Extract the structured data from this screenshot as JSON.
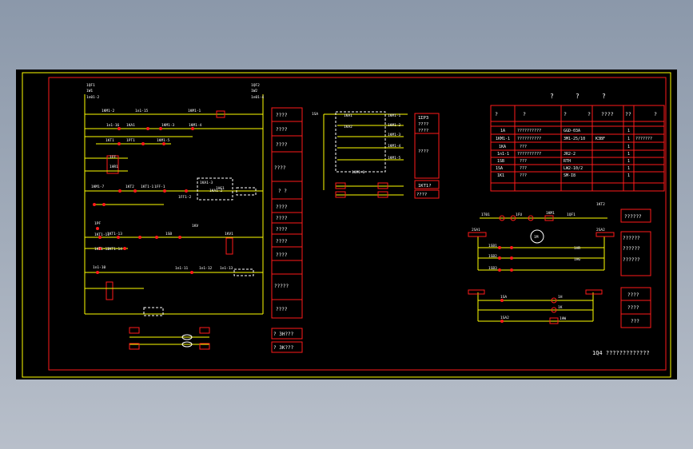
{
  "colors": {
    "background": "#000000",
    "frame": "#ff1a1a",
    "wire": "#ffff00",
    "text": "#ffffff",
    "viewport": "#9aa5b4"
  },
  "drawing": {
    "top_labels": [
      "1QF1",
      "1W1",
      "1n01-2",
      "1QF2",
      "1W2",
      "1n01-4"
    ],
    "main_labels": [
      "1KM1-2",
      "1n1-15",
      "1KM1-1",
      "1n1-16",
      "1KA1",
      "1KM1-3",
      "1KM1-4",
      "1KT1",
      "1PT1",
      "1KM1-5",
      "1FF",
      "1HR1",
      "1KM1-7",
      "1KT2",
      "1KT1-1",
      "1FF-1",
      "1FF1-2",
      "1KA1-3",
      "1KA1-2",
      "1HG1",
      "1PF",
      "1KT1-11",
      "1KT1-13",
      "1KT1-12",
      "1KT1-14",
      "1SB",
      "1KV",
      "1KV1",
      "1n1-10",
      "1n1-11",
      "1n1-12",
      "1n1-13"
    ],
    "side_box": [
      "????",
      "????",
      "????",
      "????",
      "? ?",
      "????",
      "????",
      "????",
      "????",
      "????",
      "?????",
      "????"
    ],
    "side_footer": [
      "? 3H???",
      "? 3K???"
    ],
    "mid_labels": [
      "1SA",
      "1KA1",
      "1KA2",
      "1KM1-1",
      "1KM1-2",
      "1KM1-3",
      "1KM1-4",
      "1KM1-5",
      "1KM1-6"
    ],
    "mid_box": [
      "1ΣP3",
      "????",
      "????",
      "????",
      "1KT1?",
      "????",
      "????"
    ],
    "table_header": [
      "?",
      "?",
      "?"
    ],
    "table_cols": [
      "?",
      "?",
      "?",
      "?",
      "????",
      "??",
      "?"
    ],
    "table_rows": [
      [
        "1A",
        "??????????",
        "GGD-03A",
        "",
        "1",
        ""
      ],
      [
        "1KM1-1",
        "??????????",
        "3M1-25/10",
        "K3BF",
        "1",
        "???????"
      ],
      [
        "1KA",
        "???",
        "",
        "",
        "1",
        ""
      ],
      [
        "1n1-1",
        "??????????",
        "JR2-2",
        "",
        "1",
        ""
      ],
      [
        "1SB",
        "???",
        "RTH",
        "",
        "1",
        ""
      ],
      [
        "1SA",
        "???",
        "LW2-10/2",
        "",
        "1",
        ""
      ],
      [
        "1K1",
        "???",
        "SM-I8",
        "",
        "1",
        ""
      ]
    ],
    "right_labels": [
      "1T01",
      "1FU",
      "1KM1",
      "1QF1",
      "1KT2",
      "2SA1",
      "2SA2",
      "1SB1",
      "1SB2",
      "1SB3",
      "1HR",
      "1HG",
      "1M",
      "1SA",
      "1SA2",
      "1H",
      "1K",
      "1HW"
    ],
    "right_boxes": [
      "??????",
      "??????",
      "??????",
      "??????",
      "????",
      "????",
      "???"
    ],
    "right_panel_text": [
      "????",
      "????",
      "????",
      "???"
    ],
    "footnote": "1Q4 ?????????????"
  }
}
